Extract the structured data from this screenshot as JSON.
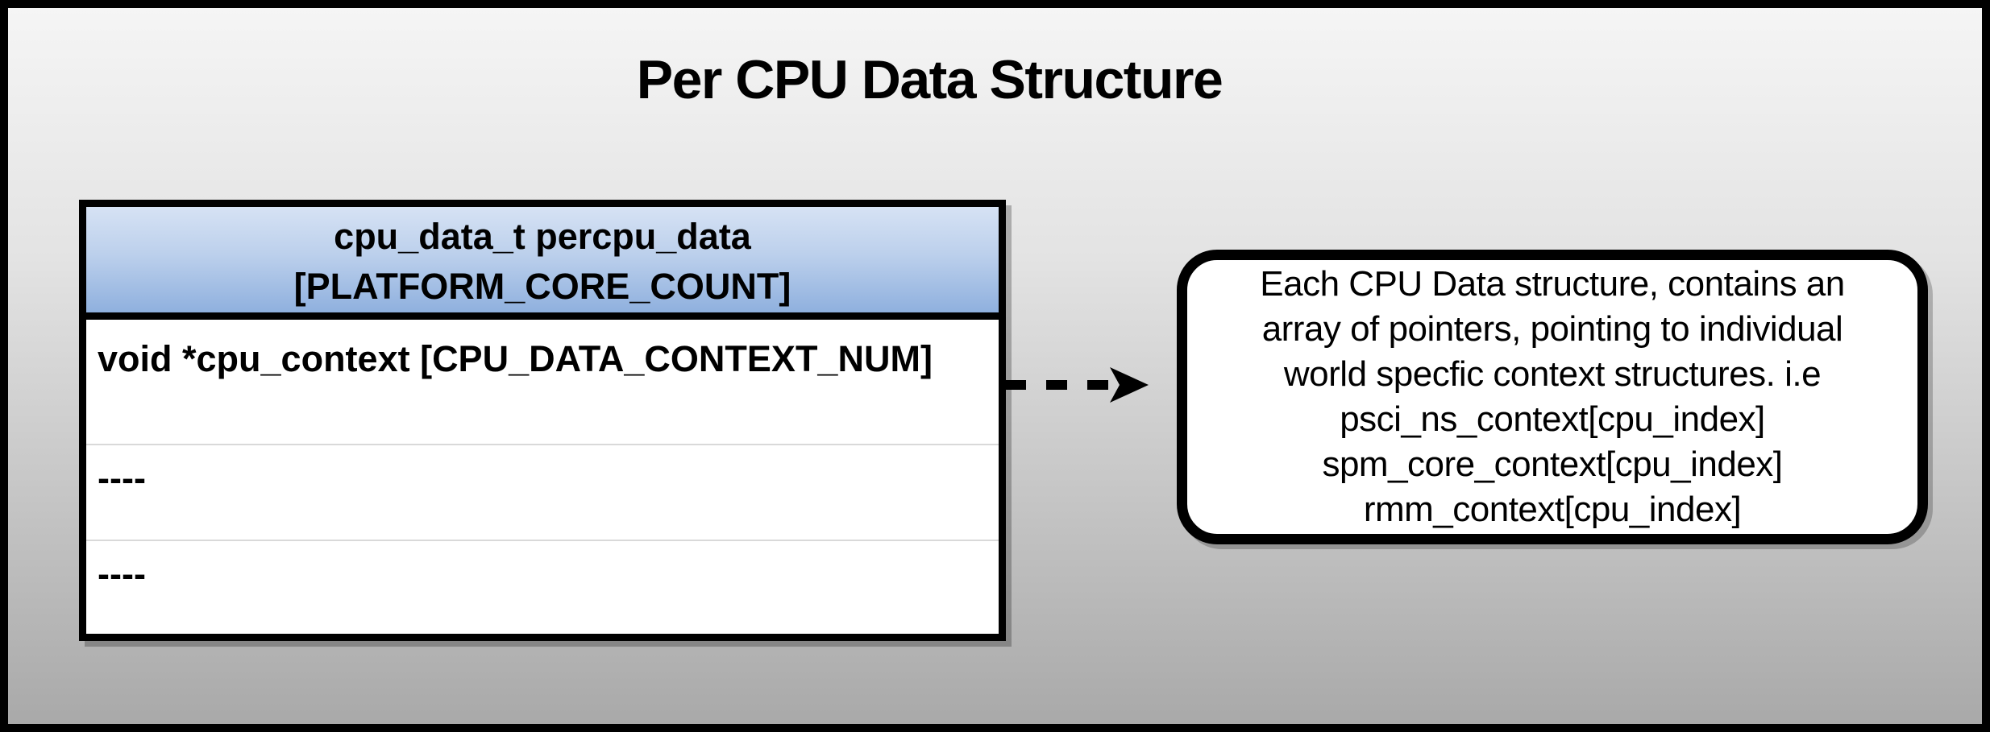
{
  "page": {
    "title": "Per CPU Data Structure"
  },
  "colors": {
    "outer_border": "#000000",
    "background_gradient_top": "#f5f5f5",
    "background_gradient_bottom": "#a9a9a9",
    "table_header_gradient_top": "#d6e2f4",
    "table_header_gradient_bottom": "#8fb0de",
    "table_body_background": "#ffffff",
    "row_separator": "#d9d9d9",
    "callout_background": "#ffffff",
    "arrow_color": "#000000"
  },
  "table": {
    "header_line1": "cpu_data_t percpu_data",
    "header_line2": "[PLATFORM_CORE_COUNT]",
    "rows": [
      "void *cpu_context [CPU_DATA_CONTEXT_NUM]",
      "----",
      "----"
    ]
  },
  "callout": {
    "lines": [
      "Each CPU Data structure, contains an",
      "array of pointers, pointing to individual",
      "world specfic context structures. i.e",
      "psci_ns_context[cpu_index]",
      "spm_core_context[cpu_index]",
      "rmm_context[cpu_index]"
    ]
  }
}
